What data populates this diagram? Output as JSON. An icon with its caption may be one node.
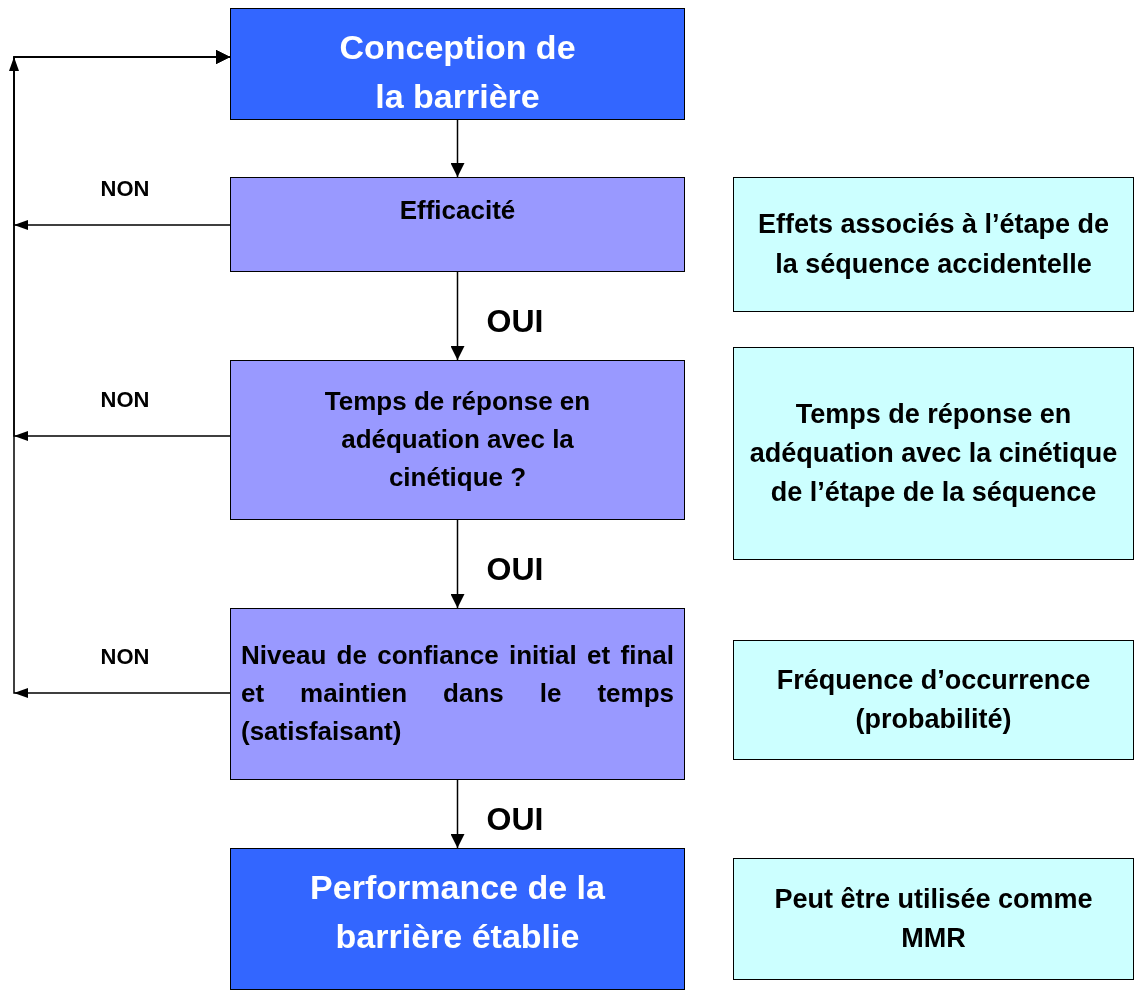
{
  "diagram": {
    "nodes": [
      {
        "text": [
          "Conception de la barrière"
        ]
      },
      {
        "text": [
          "Efficacité"
        ]
      },
      {
        "text": [
          "Temps de réponse en adéquation avec la cinétique ?"
        ]
      },
      {
        "text": [
          "Niveau de confiance initial et final et maintien dans le temps (satisfaisant)"
        ]
      },
      {
        "text": [
          "Performance de la barrière établie"
        ]
      },
      {
        "text": [
          "Effets associés à l’étape de la séquence accidentelle"
        ]
      },
      {
        "text": [
          "Temps de réponse en adéquation avec la cinétique de l’étape de la séquence"
        ]
      },
      {
        "text": [
          "Fréquence d’occurrence (probabilité)"
        ]
      },
      {
        "text": [
          "Peut être utilisée comme MMR"
        ]
      }
    ],
    "edges": [
      {
        "from": 0,
        "to": 1,
        "arrow": "to"
      },
      {
        "from": 1,
        "to": 2,
        "arrow": "to",
        "label": "OUI"
      },
      {
        "from": 2,
        "to": 3,
        "arrow": "to",
        "label": "OUI"
      },
      {
        "from": 3,
        "to": 4,
        "arrow": "to",
        "label": "OUI"
      },
      {
        "from": 1,
        "to": 0,
        "arrow": "to",
        "label": "NON"
      },
      {
        "from": 2,
        "to": 0,
        "arrow": "to",
        "label": "NON"
      },
      {
        "from": 3,
        "to": 0,
        "arrow": "to",
        "label": "NON"
      }
    ]
  }
}
